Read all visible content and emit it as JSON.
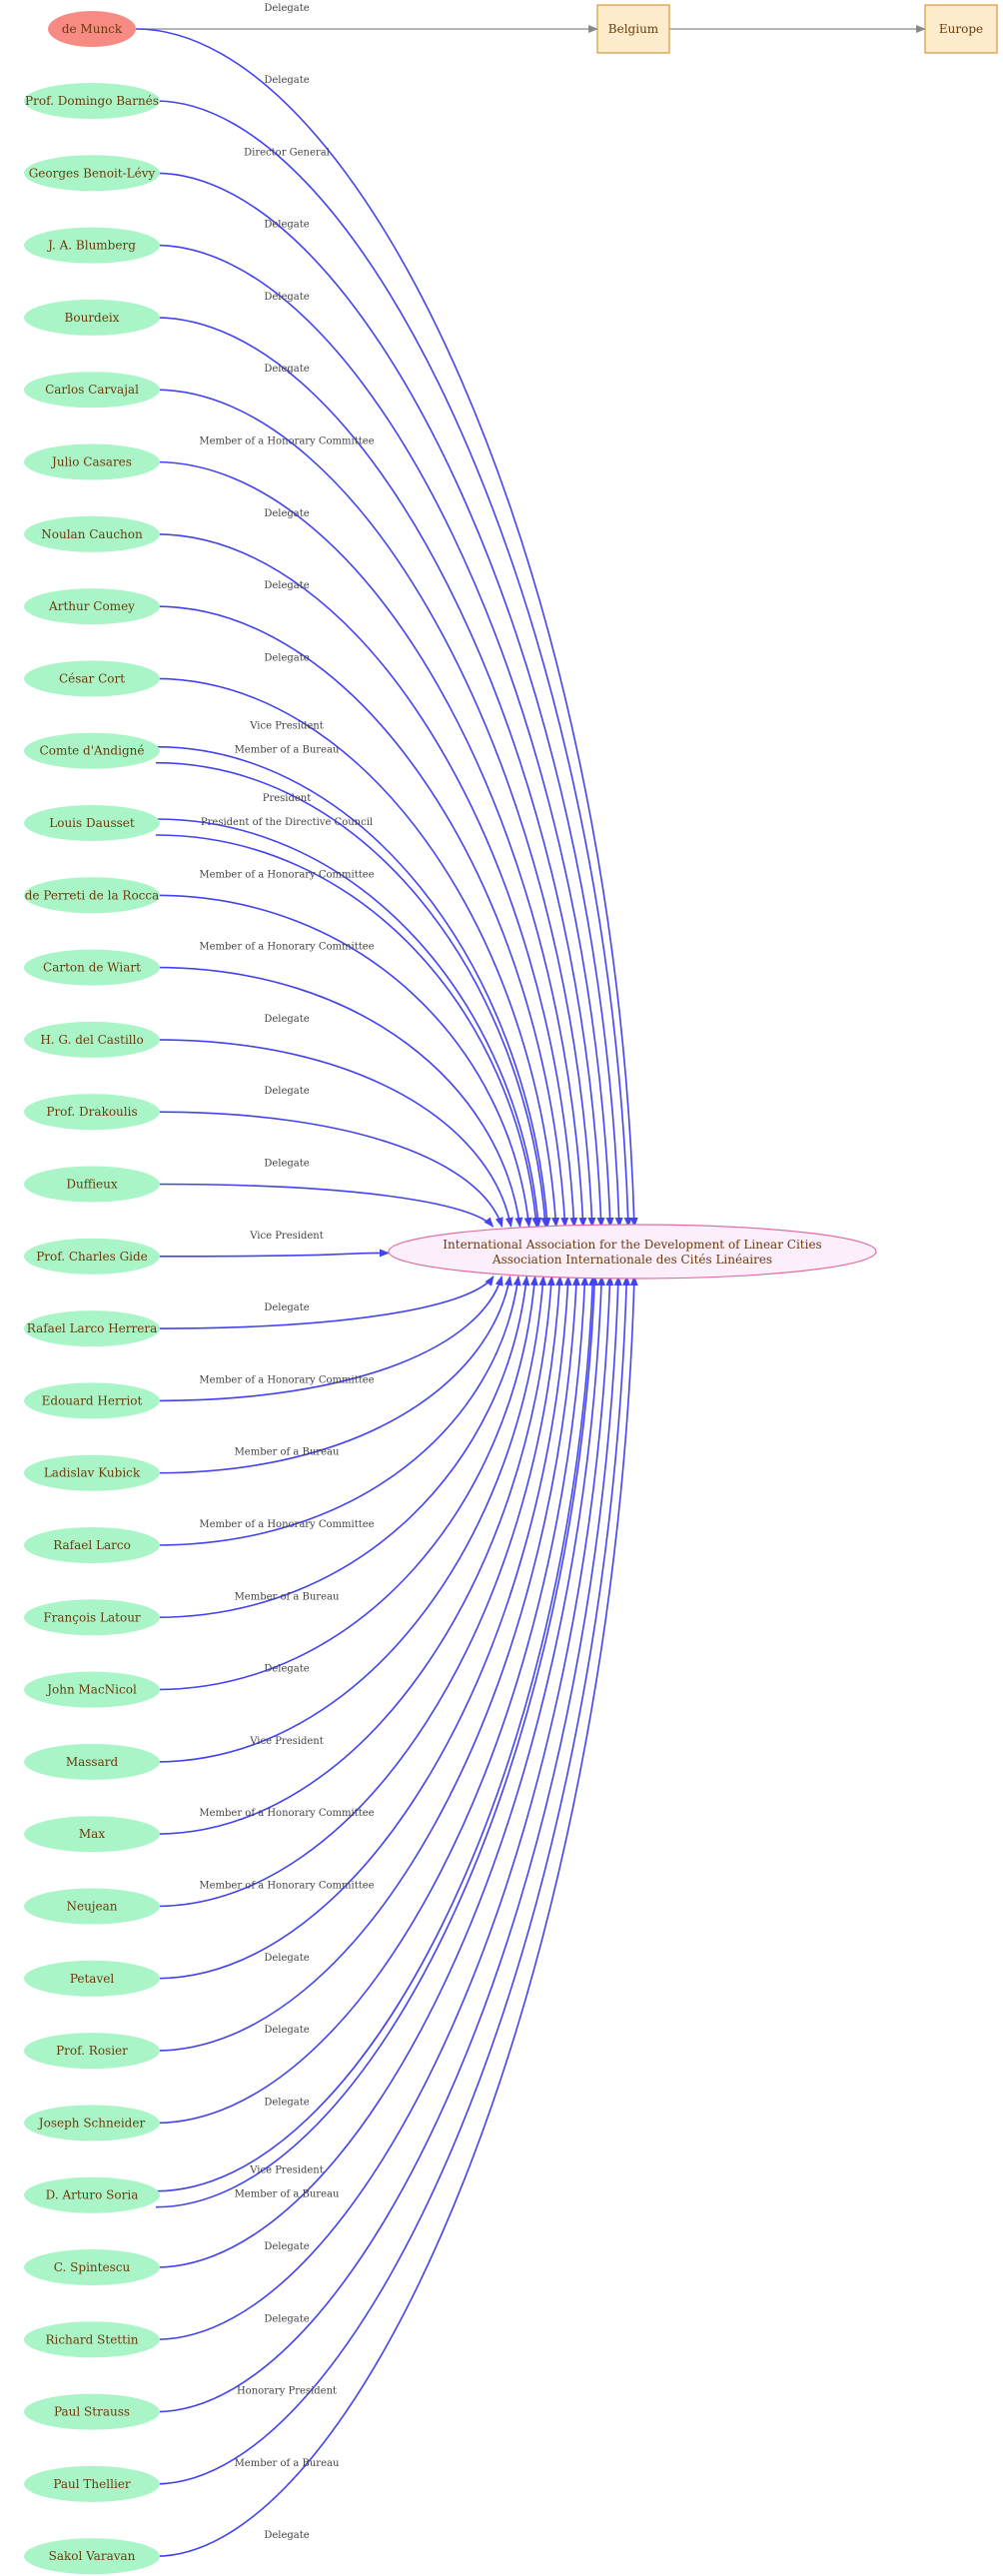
{
  "colors": {
    "person_fill": "#aaf5c8",
    "origin_fill": "#f88a84",
    "org_fill": "#fdeefc",
    "org_stroke": "#e06fa0",
    "place_fill": "#fdeccc",
    "place_stroke": "#d59a3c",
    "edge": "#4343f0",
    "grey_edge": "#888888",
    "label": "#6b3a0a"
  },
  "organization": {
    "line1": "International Association for the Development of Linear Cities",
    "line2": "Association Internationale des Cités Linéaires"
  },
  "places": [
    "Belgium",
    "Europe"
  ],
  "origin": {
    "name": "de Munck",
    "role": "Delegate"
  },
  "people": [
    {
      "name": "Prof. Domingo Barnés",
      "roles": [
        "Delegate"
      ]
    },
    {
      "name": "Georges Benoit-Lévy",
      "roles": [
        "Director General"
      ]
    },
    {
      "name": "J. A. Blumberg",
      "roles": [
        "Delegate"
      ]
    },
    {
      "name": "Bourdeix",
      "roles": [
        "Delegate"
      ]
    },
    {
      "name": "Carlos Carvajal",
      "roles": [
        "Delegate"
      ]
    },
    {
      "name": "Julio Casares",
      "roles": [
        "Member of a Honorary Committee"
      ]
    },
    {
      "name": "Noulan Cauchon",
      "roles": [
        "Delegate"
      ]
    },
    {
      "name": "Arthur Comey",
      "roles": [
        "Delegate"
      ]
    },
    {
      "name": "César Cort",
      "roles": [
        "Delegate"
      ]
    },
    {
      "name": "Comte d'Andigné",
      "roles": [
        "Vice President",
        "Member of a Bureau"
      ]
    },
    {
      "name": "Louis Dausset",
      "roles": [
        "President",
        "President of the Directive Council"
      ]
    },
    {
      "name": "de Perreti de la Rocca",
      "roles": [
        "Member of a Honorary Committee"
      ]
    },
    {
      "name": "Carton  de Wiart",
      "roles": [
        "Member of a Honorary Committee"
      ]
    },
    {
      "name": "H. G.  del Castillo",
      "roles": [
        "Delegate"
      ]
    },
    {
      "name": "Prof. Drakoulis",
      "roles": [
        "Delegate"
      ]
    },
    {
      "name": "Duffieux",
      "roles": [
        "Delegate"
      ]
    },
    {
      "name": "Prof. Charles Gide",
      "roles": [
        "Vice President"
      ]
    },
    {
      "name": "Rafael Larco Herrera",
      "roles": [
        "Delegate"
      ]
    },
    {
      "name": "Edouard Herriot",
      "roles": [
        "Member of a Honorary Committee"
      ]
    },
    {
      "name": "Ladislav Kubick",
      "roles": [
        "Member of a Bureau"
      ]
    },
    {
      "name": "Rafael Larco",
      "roles": [
        "Member of a Honorary Committee"
      ]
    },
    {
      "name": "François Latour",
      "roles": [
        "Member of a Bureau"
      ]
    },
    {
      "name": "John MacNicol",
      "roles": [
        "Delegate"
      ]
    },
    {
      "name": "Massard",
      "roles": [
        "Vice President"
      ]
    },
    {
      "name": "Max",
      "roles": [
        "Member of a Honorary Committee"
      ]
    },
    {
      "name": "Neujean",
      "roles": [
        "Member of a Honorary Committee"
      ]
    },
    {
      "name": "Petavel",
      "roles": [
        "Delegate"
      ]
    },
    {
      "name": "Prof. Rosier",
      "roles": [
        "Delegate"
      ]
    },
    {
      "name": "Joseph Schneider",
      "roles": [
        "Delegate"
      ]
    },
    {
      "name": "D. Arturo Soria",
      "roles": [
        "Vice President",
        "Member of a Bureau"
      ]
    },
    {
      "name": "C. Spintescu",
      "roles": [
        "Delegate"
      ]
    },
    {
      "name": "Richard Stettin",
      "roles": [
        "Delegate"
      ]
    },
    {
      "name": "Paul Strauss",
      "roles": [
        "Honorary President"
      ]
    },
    {
      "name": "Paul Thellier",
      "roles": [
        "Member of a Bureau"
      ]
    },
    {
      "name": "Sakol Varavan",
      "roles": [
        "Delegate"
      ]
    }
  ]
}
